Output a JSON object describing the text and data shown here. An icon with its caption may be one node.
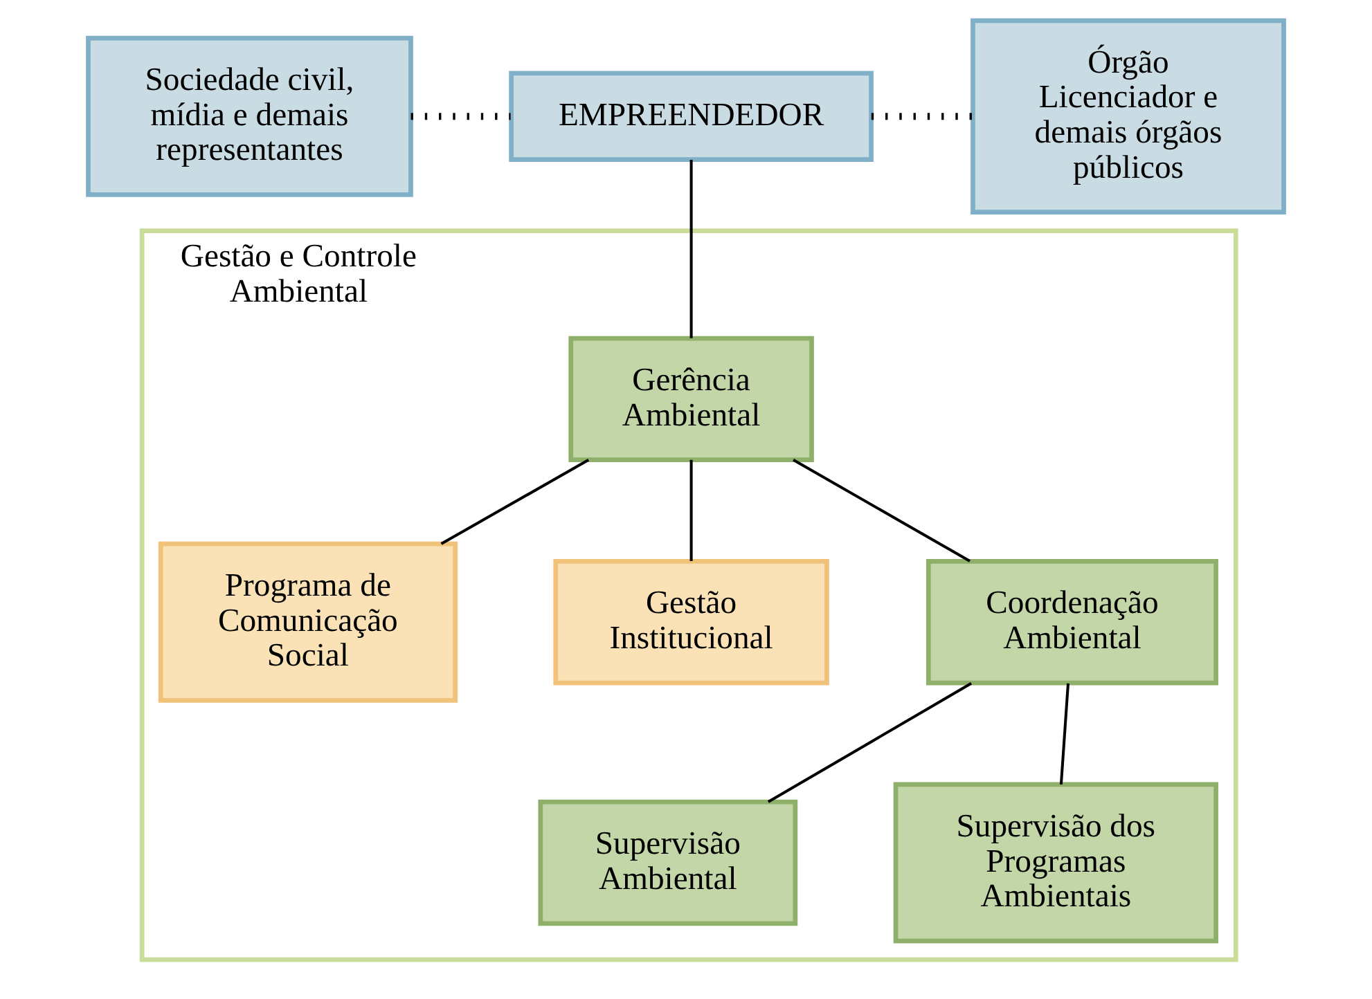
{
  "diagram": {
    "nodes": [
      {
        "text": [
          "EMPREENDEDOR"
        ]
      },
      {
        "text": [
          "Sociedade civil, mídia e demais representantes"
        ]
      },
      {
        "text": [
          "Órgão Licenciador e demais órgãos públicos"
        ]
      },
      {
        "text": [
          "Gestão e Controle Ambiental"
        ]
      },
      {
        "text": [
          "Gerência Ambiental"
        ],
        "in": 3
      },
      {
        "text": [
          "Programa de Comunicação Social"
        ],
        "in": 3
      },
      {
        "text": [
          "Gestão Institucional"
        ],
        "in": 3
      },
      {
        "text": [
          "Coordenação Ambiental"
        ],
        "in": 3
      },
      {
        "text": [
          "Supervisão Ambiental"
        ],
        "in": 3
      },
      {
        "text": [
          "Supervisão dos Programas Ambientais"
        ],
        "in": 3
      }
    ],
    "edges": [
      {
        "from": 1,
        "to": 0,
        "arrow": "none",
        "style": "dashed"
      },
      {
        "from": 0,
        "to": 2,
        "arrow": "none",
        "style": "dashed"
      },
      {
        "from": 0,
        "to": 4,
        "arrow": "none"
      },
      {
        "from": 4,
        "to": 5,
        "arrow": "none"
      },
      {
        "from": 4,
        "to": 6,
        "arrow": "none"
      },
      {
        "from": 4,
        "to": 7,
        "arrow": "none"
      },
      {
        "from": 7,
        "to": 8,
        "arrow": "none"
      },
      {
        "from": 7,
        "to": 9,
        "arrow": "none"
      }
    ]
  }
}
